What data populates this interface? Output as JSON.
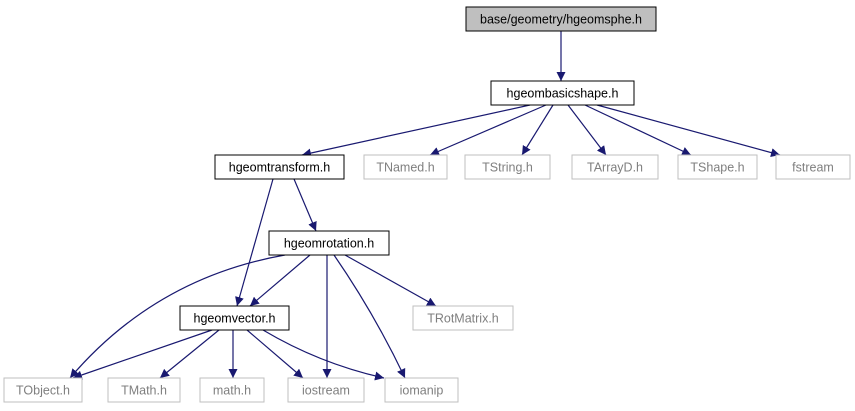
{
  "colors": {
    "edge": "#191970",
    "node_border_dark": "#000000",
    "node_border_gray": "#bfbfbf",
    "root_fill": "#bfbfbf",
    "text_dark": "#000000",
    "text_gray": "#7f7f7f"
  },
  "nodes": {
    "root": {
      "label": "base/geometry/hgeomsphe.h",
      "kind": "root"
    },
    "basicshape": {
      "label": "hgeombasicshape.h",
      "kind": "documented"
    },
    "transform": {
      "label": "hgeomtransform.h",
      "kind": "documented"
    },
    "tnamed": {
      "label": "TNamed.h",
      "kind": "external"
    },
    "tstring": {
      "label": "TString.h",
      "kind": "external"
    },
    "tarrayd": {
      "label": "TArrayD.h",
      "kind": "external"
    },
    "tshape": {
      "label": "TShape.h",
      "kind": "external"
    },
    "fstream": {
      "label": "fstream",
      "kind": "external"
    },
    "rotation": {
      "label": "hgeomrotation.h",
      "kind": "documented"
    },
    "vector": {
      "label": "hgeomvector.h",
      "kind": "documented"
    },
    "trotmatrix": {
      "label": "TRotMatrix.h",
      "kind": "external"
    },
    "tobject": {
      "label": "TObject.h",
      "kind": "external"
    },
    "tmath": {
      "label": "TMath.h",
      "kind": "external"
    },
    "math": {
      "label": "math.h",
      "kind": "external"
    },
    "iostream": {
      "label": "iostream",
      "kind": "external"
    },
    "iomanip": {
      "label": "iomanip",
      "kind": "external"
    }
  },
  "edges": [
    [
      "root",
      "basicshape"
    ],
    [
      "basicshape",
      "transform"
    ],
    [
      "basicshape",
      "tnamed"
    ],
    [
      "basicshape",
      "tstring"
    ],
    [
      "basicshape",
      "tarrayd"
    ],
    [
      "basicshape",
      "tshape"
    ],
    [
      "basicshape",
      "fstream"
    ],
    [
      "transform",
      "rotation"
    ],
    [
      "transform",
      "vector"
    ],
    [
      "rotation",
      "vector"
    ],
    [
      "rotation",
      "trotmatrix"
    ],
    [
      "rotation",
      "tobject"
    ],
    [
      "rotation",
      "iostream"
    ],
    [
      "rotation",
      "iomanip"
    ],
    [
      "vector",
      "tobject"
    ],
    [
      "vector",
      "tmath"
    ],
    [
      "vector",
      "math"
    ],
    [
      "vector",
      "iostream"
    ],
    [
      "vector",
      "iomanip"
    ]
  ]
}
